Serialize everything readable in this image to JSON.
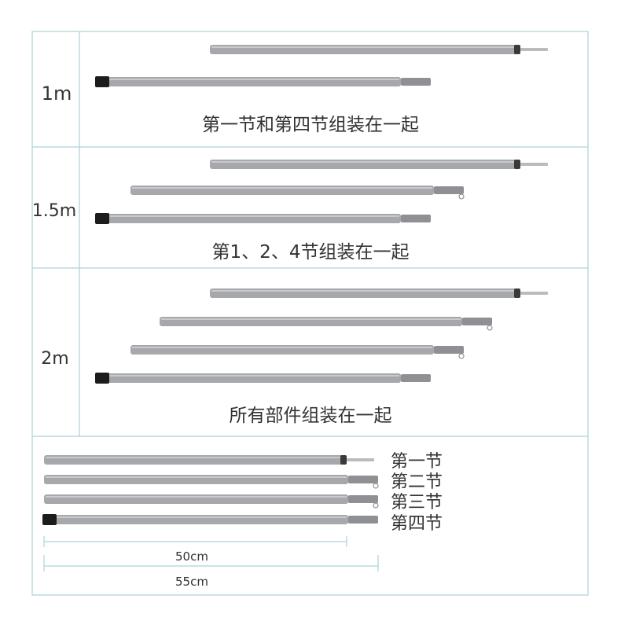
{
  "colors": {
    "pole": "#a6a8ab",
    "pole_dark": "#8e9093",
    "pole_highlight": "#c8cacc",
    "cap": "#1c1c1c",
    "spike": "#b9bbbd",
    "frame": "#a9d3d6",
    "text": "#333333"
  },
  "rows": [
    {
      "length_label": "1m",
      "caption": "第一节和第四节组装在一起"
    },
    {
      "length_label": "1.5m",
      "caption": "第1、2、4节组装在一起"
    },
    {
      "length_label": "2m",
      "caption": "所有部件组装在一起"
    }
  ],
  "parts": {
    "labels": [
      "第一节",
      "第二节",
      "第三节",
      "第四节"
    ],
    "dim_short": "50cm",
    "dim_long": "55cm"
  },
  "icons": {
    "pole_section_1": "pole-with-spike-icon",
    "pole_section_2": "pole-with-sleeve-icon",
    "pole_section_3": "pole-with-sleeve-icon",
    "pole_section_4": "pole-with-cap-icon"
  }
}
